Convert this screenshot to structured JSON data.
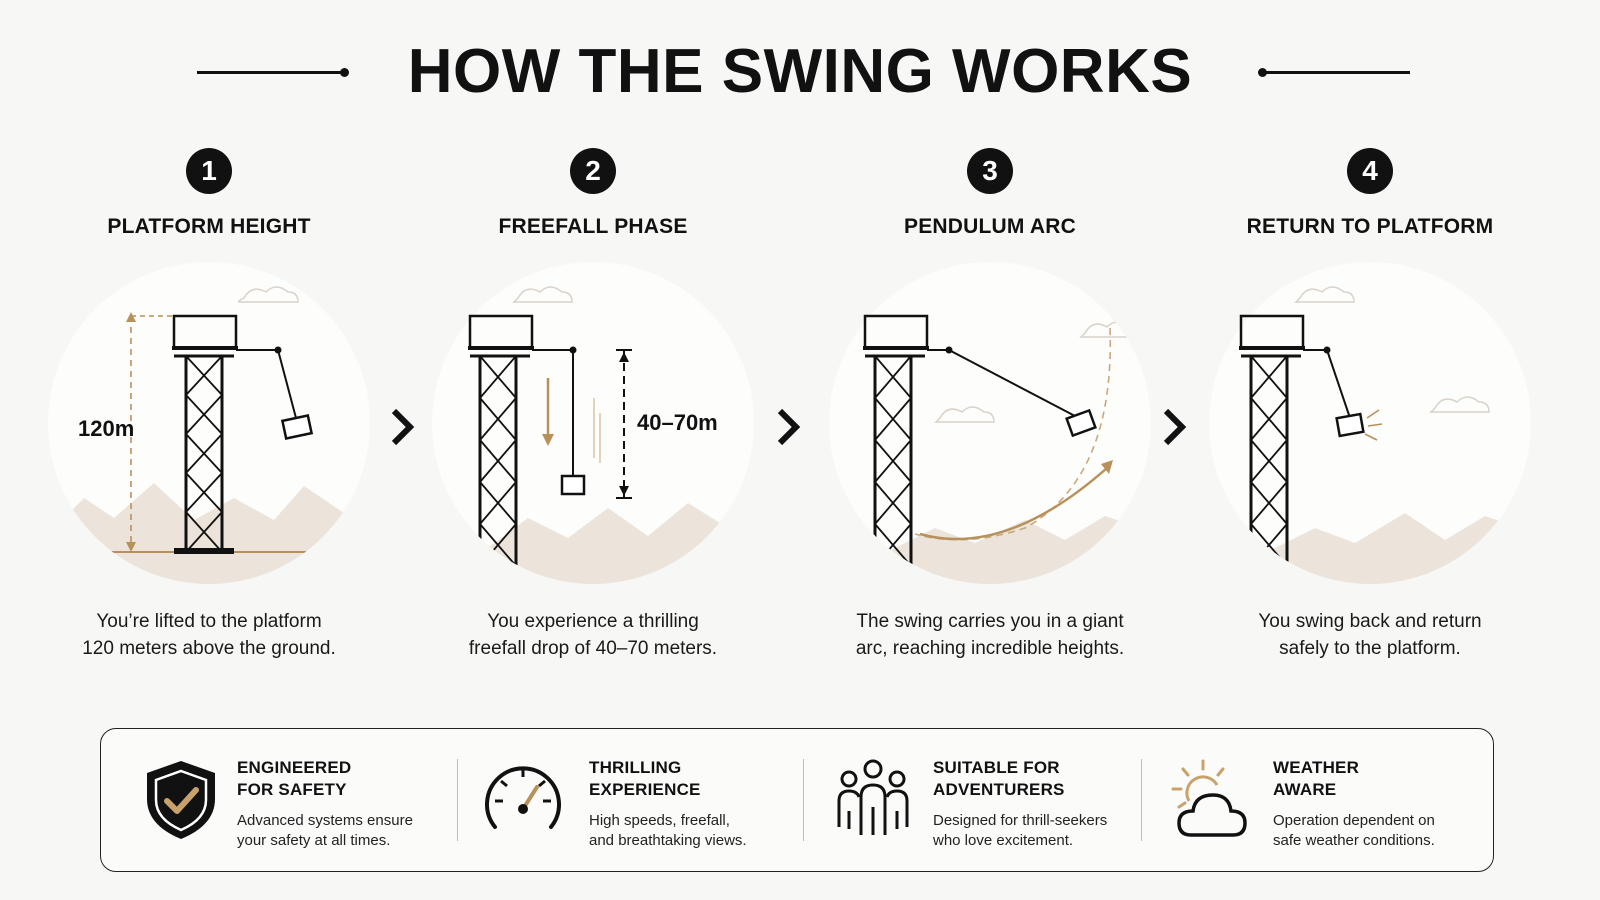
{
  "header": {
    "title": "HOW THE SWING WORKS"
  },
  "colors": {
    "accent_gold": "#b8915a",
    "ink": "#111111",
    "mountain": "#ece4da"
  },
  "steps": [
    {
      "number": "1",
      "title": "PLATFORM HEIGHT",
      "scene_label": "120m",
      "desc_line1": "You’re lifted to the platform",
      "desc_line2": "120 meters above the ground."
    },
    {
      "number": "2",
      "title": "FREEFALL PHASE",
      "scene_label": "40–70m",
      "desc_line1": "You experience a thrilling",
      "desc_line2": "freefall drop of 40–70 meters."
    },
    {
      "number": "3",
      "title": "PENDULUM ARC",
      "scene_label": "",
      "desc_line1": "The swing carries you in a giant",
      "desc_line2": "arc, reaching incredible heights."
    },
    {
      "number": "4",
      "title": "RETURN TO PLATFORM",
      "scene_label": "",
      "desc_line1": "You swing back and return",
      "desc_line2": "safely to the platform."
    }
  ],
  "features": [
    {
      "icon": "shield-check-icon",
      "title_line1": "ENGINEERED",
      "title_line2": "FOR SAFETY",
      "desc_line1": "Advanced systems ensure",
      "desc_line2": "your safety at all times."
    },
    {
      "icon": "speedometer-icon",
      "title_line1": "THRILLING",
      "title_line2": "EXPERIENCE",
      "desc_line1": "High speeds, freefall,",
      "desc_line2": "and breathtaking views."
    },
    {
      "icon": "group-people-icon",
      "title_line1": "SUITABLE FOR",
      "title_line2": "ADVENTURERS",
      "desc_line1": "Designed for thrill-seekers",
      "desc_line2": "who love excitement."
    },
    {
      "icon": "sun-cloud-icon",
      "title_line1": "WEATHER",
      "title_line2": "AWARE",
      "desc_line1": "Operation dependent on",
      "desc_line2": "safe weather conditions."
    }
  ]
}
